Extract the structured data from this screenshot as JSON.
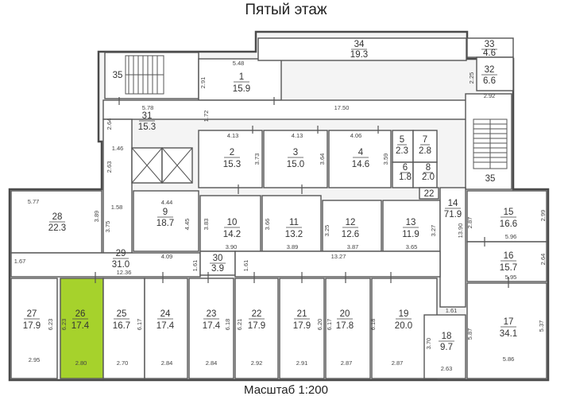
{
  "title": "Пятый этаж",
  "scale_label": "Масштаб 1:200",
  "colors": {
    "selected": "#a6d22c",
    "walls": "#555555"
  },
  "selected_room": "26",
  "rooms": [
    {
      "num": "1",
      "area": "15.9"
    },
    {
      "num": "2",
      "area": "15.3"
    },
    {
      "num": "3",
      "area": "15.0"
    },
    {
      "num": "4",
      "area": "14.6"
    },
    {
      "num": "5",
      "area": "2.3"
    },
    {
      "num": "6",
      "area": "1.8"
    },
    {
      "num": "7",
      "area": "2.8"
    },
    {
      "num": "8",
      "area": "2.0"
    },
    {
      "num": "9",
      "area": "18.7"
    },
    {
      "num": "10",
      "area": "14.2"
    },
    {
      "num": "11",
      "area": "13.2"
    },
    {
      "num": "12",
      "area": "12.6"
    },
    {
      "num": "13",
      "area": "11.9"
    },
    {
      "num": "14",
      "area": "71.9"
    },
    {
      "num": "15",
      "area": "16.6"
    },
    {
      "num": "16",
      "area": "15.7"
    },
    {
      "num": "17",
      "area": "34.1"
    },
    {
      "num": "18",
      "area": "9.7"
    },
    {
      "num": "19",
      "area": "20.0"
    },
    {
      "num": "20",
      "area": "17.8"
    },
    {
      "num": "21",
      "area": "17.9"
    },
    {
      "num": "22",
      "area": "17.9"
    },
    {
      "num": "23",
      "area": "17.4"
    },
    {
      "num": "24",
      "area": "17.4"
    },
    {
      "num": "25",
      "area": "16.7"
    },
    {
      "num": "26",
      "area": "17.4"
    },
    {
      "num": "27",
      "area": "17.9"
    },
    {
      "num": "28",
      "area": "22.3"
    },
    {
      "num": "29",
      "area": "31.0"
    },
    {
      "num": "30",
      "area": "3.9"
    },
    {
      "num": "31",
      "area": "15.3"
    },
    {
      "num": "32",
      "area": "6.6"
    },
    {
      "num": "33",
      "area": "4.6"
    },
    {
      "num": "34",
      "area": "19.3"
    },
    {
      "num": "35",
      "area": ""
    },
    {
      "num": "35",
      "area": ""
    },
    {
      "num": "22",
      "area": ""
    }
  ],
  "dimensions": [
    "5.48",
    "2.91",
    "5.78",
    "17.50",
    "2.64",
    "1.72",
    "1.46",
    "2.63",
    "4.13",
    "4.13",
    "4.06",
    "3.73",
    "3.64",
    "3.59",
    "5.77",
    "3.89",
    "1.58",
    "4.44",
    "4.45",
    "3.75",
    "3.83",
    "3.90",
    "3.66",
    "3.89",
    "3.25",
    "3.87",
    "3.27",
    "3.65",
    "13.27",
    "1.67",
    "4.09",
    "1.61",
    "1.61",
    "12.36",
    "6.23",
    "6.23",
    "6.17",
    "6.18",
    "6.21",
    "6.20",
    "6.17",
    "6.18",
    "2.95",
    "2.80",
    "2.70",
    "2.84",
    "2.84",
    "2.92",
    "2.91",
    "2.87",
    "2.87",
    "1.61",
    "3.70",
    "2.63",
    "5.87",
    "5.37",
    "5.86",
    "2.25",
    "2.92",
    "2.87",
    "13.90",
    "2.99",
    "5.96",
    "2.64",
    "5.95"
  ]
}
